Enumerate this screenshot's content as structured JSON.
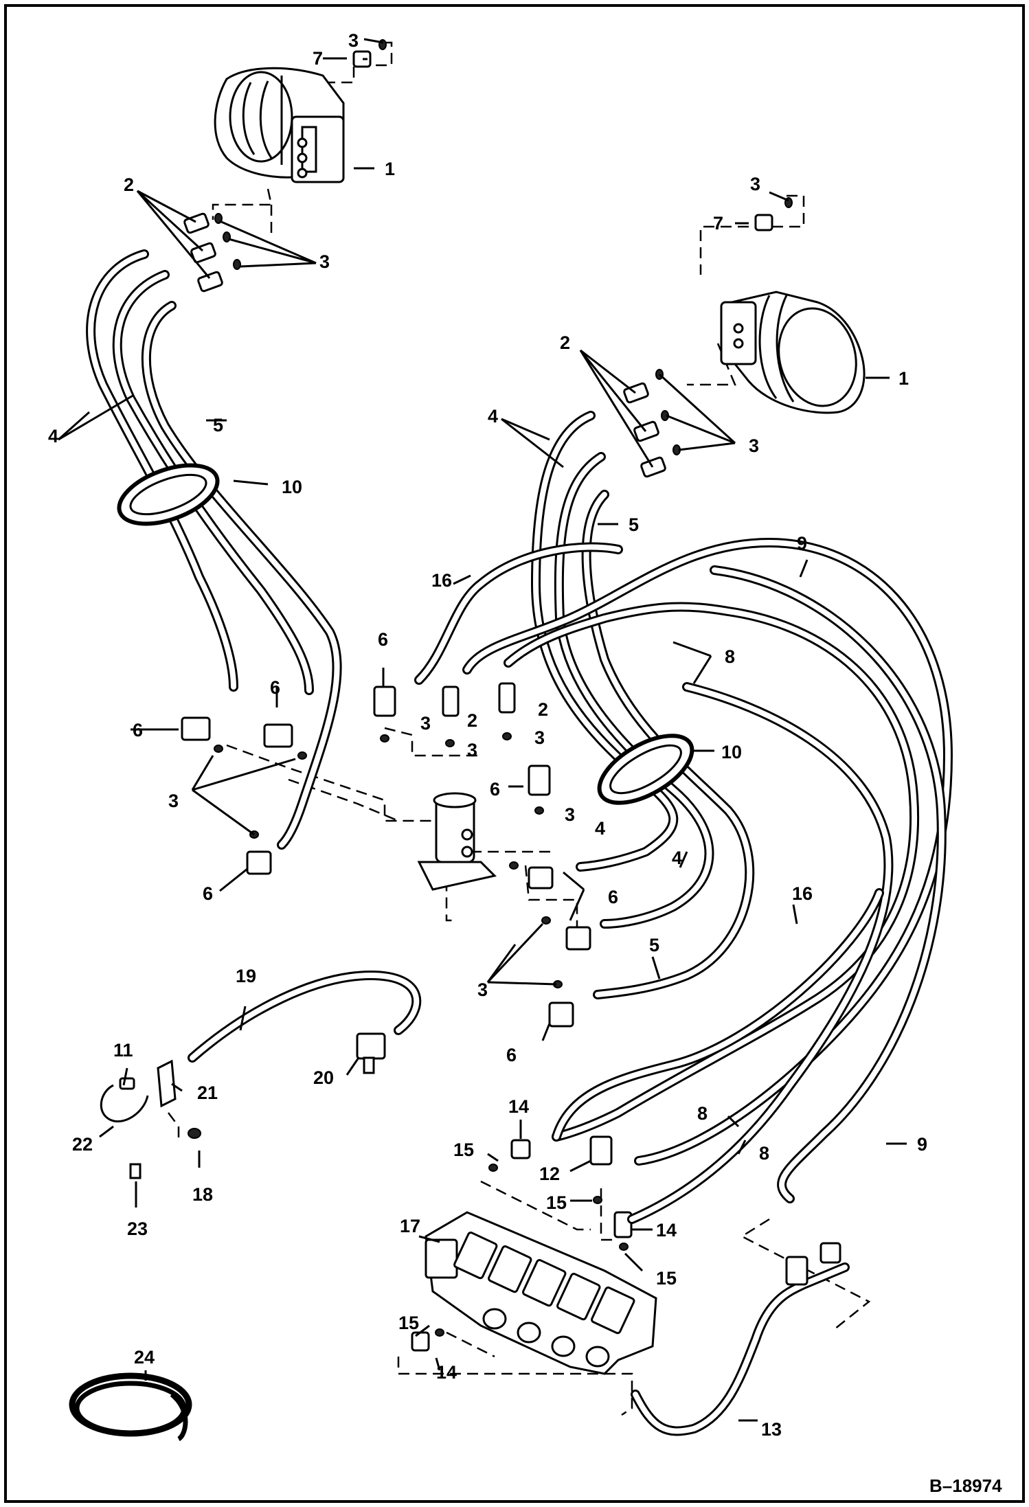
{
  "reference_code": "B–18974",
  "callouts": {
    "n1": "1",
    "n2": "2",
    "n3": "3",
    "n4": "4",
    "n5": "5",
    "n6": "6",
    "n7": "7",
    "n8": "8",
    "n9": "9",
    "n10": "10",
    "n11": "11",
    "n12": "12",
    "n13": "13",
    "n14": "14",
    "n15": "15",
    "n16": "16",
    "n17": "17",
    "n18": "18",
    "n19": "19",
    "n20": "20",
    "n21": "21",
    "n22": "22",
    "n23": "23",
    "n24": "24"
  }
}
